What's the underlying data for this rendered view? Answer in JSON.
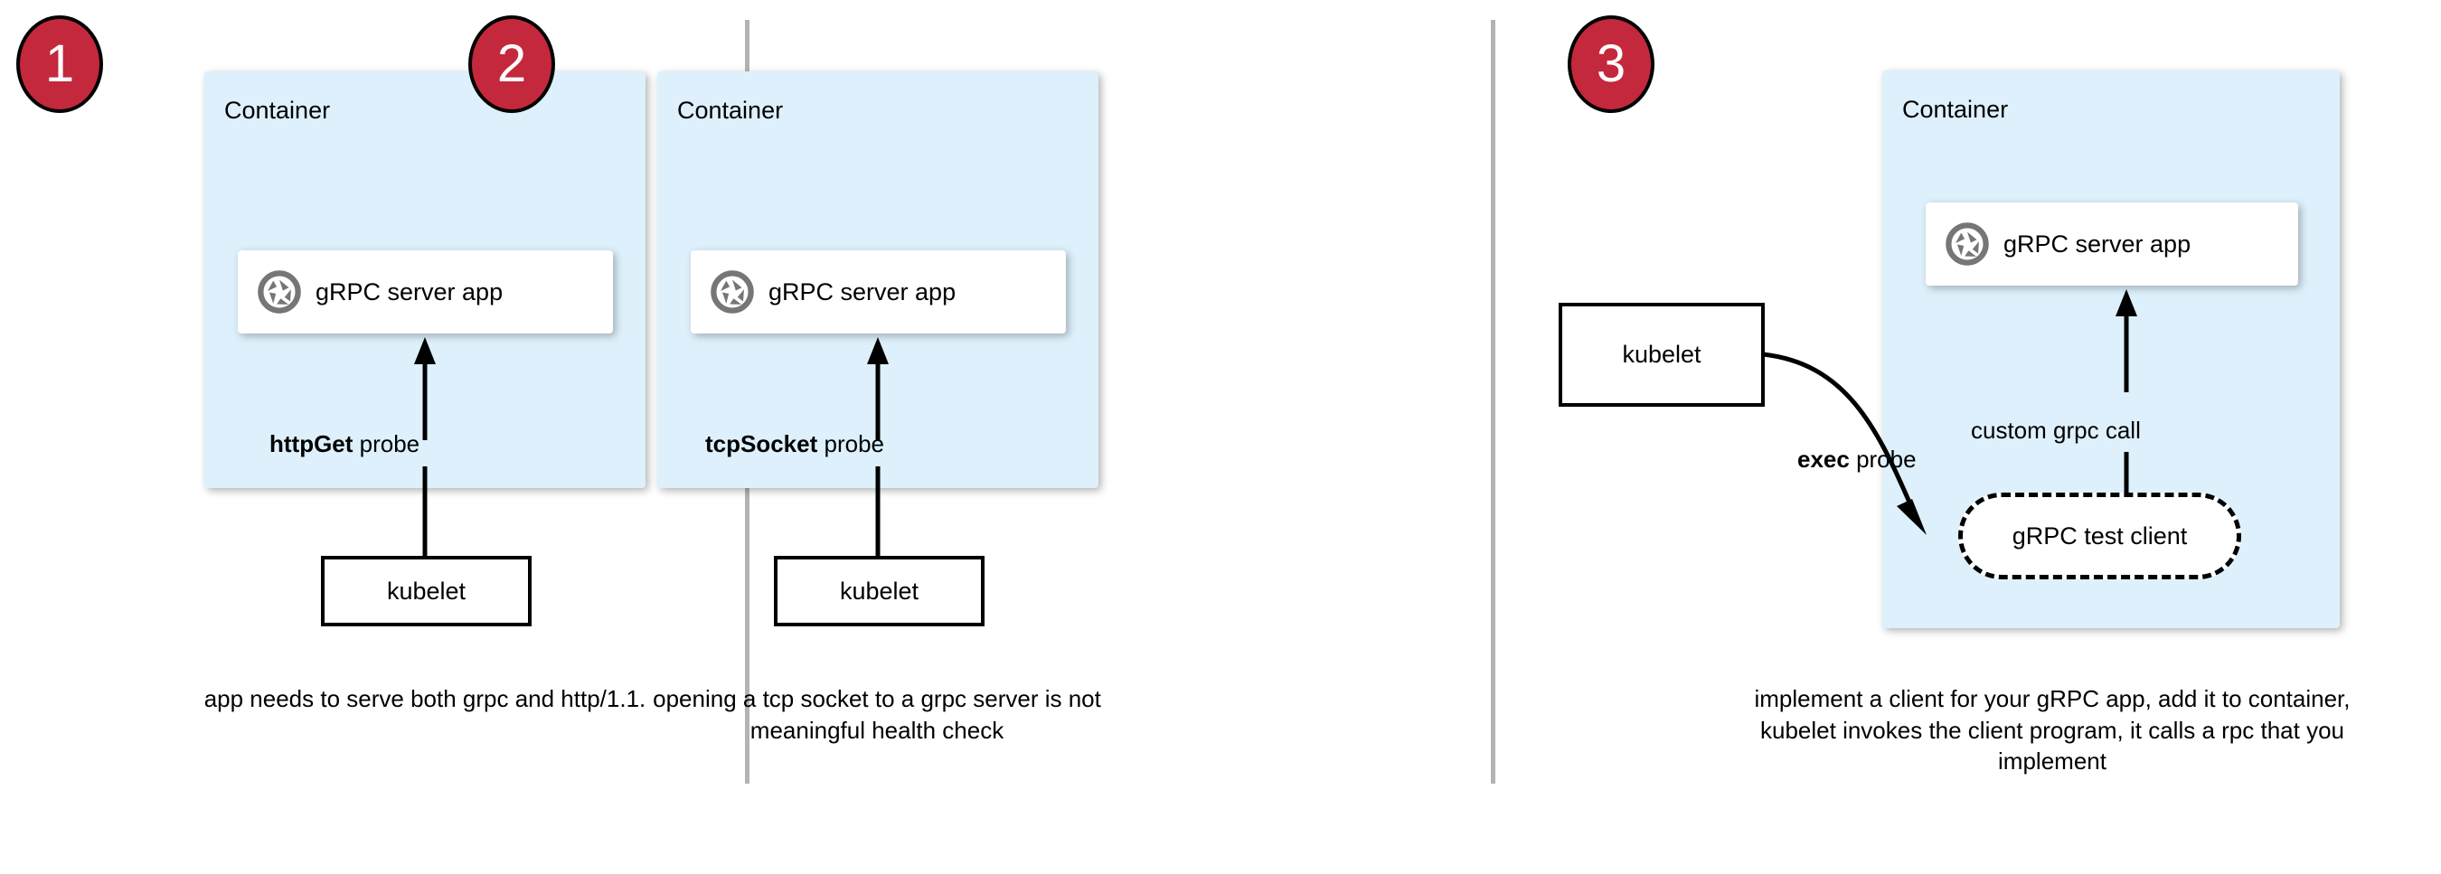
{
  "theme": {
    "badge_red": "#c4283c",
    "container_blue": "#ddf0fb",
    "divider_gray": "#b3b3b3",
    "icon_gray": "#767676",
    "text_black": "#000000"
  },
  "panels": [
    {
      "id": "panel-1",
      "badge_number": "1",
      "container_label": "Container",
      "app_label": "gRPC server app",
      "app_icon": "aperture-icon",
      "probe_label_bold": "httpGet",
      "probe_label_rest": " probe",
      "kubelet_label": "kubelet",
      "caption": "app needs to serve both grpc and http/1.1."
    },
    {
      "id": "panel-2",
      "badge_number": "2",
      "container_label": "Container",
      "app_label": "gRPC server app",
      "app_icon": "aperture-icon",
      "probe_label_bold": "tcpSocket",
      "probe_label_rest": " probe",
      "kubelet_label": "kubelet",
      "caption": "opening a tcp socket to a grpc server is not meaningful health check"
    },
    {
      "id": "panel-3",
      "badge_number": "3",
      "container_label": "Container",
      "app_label": "gRPC server app",
      "app_icon": "aperture-icon",
      "probe_label_bold": "exec",
      "probe_label_rest": " probe",
      "kubelet_label": "kubelet",
      "test_client_label": "gRPC test client",
      "custom_call_label": "custom grpc call",
      "caption": "implement a client for your gRPC app, add it to container, kubelet invokes the client program, it calls a rpc that you implement"
    }
  ]
}
